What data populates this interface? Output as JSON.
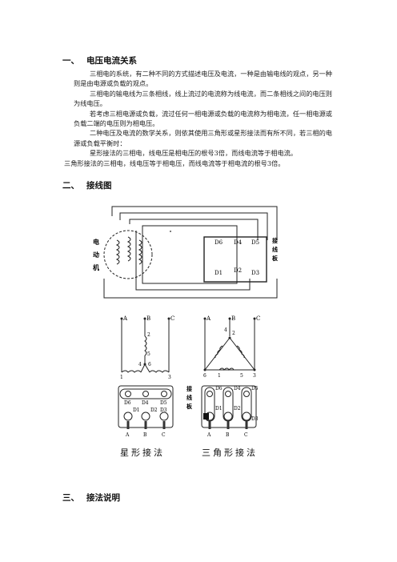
{
  "section1": {
    "num": "一、",
    "title": "电压电流关系",
    "paras": [
      "三相电的系统，有二种不同的方式描述电压及电流，一种是由输电线的观点，另一种则是由电源或负载的观点。",
      "三相电的输电线为三条相线，线上流过的电流称为线电流，而二条相线之间的电压则为线电压。",
      "若考虑三相电源或负载，流过任何一相电源或负载的电流称为相电流，任一相电源或负载二端的电压则为相电压。",
      "二种电压及电流的数学关系，则依其使用三角形或星形接法而有所不同，若三相的电源或负载平衡时：",
      "星形接法的三相电，线电压是相电压的根号3倍，而线电流等于相电流。",
      "三角形接法的三相电，线电压等于相电压，而线电流等于相电流的根号3倍。"
    ]
  },
  "section2": {
    "num": "二、",
    "title": "接线图"
  },
  "section3": {
    "num": "三、",
    "title": "接法说明"
  },
  "diagram_top": {
    "motor_label": [
      "电",
      "动",
      "机"
    ],
    "board_label": [
      "接",
      "线",
      "板"
    ],
    "terminals_top": [
      "D6",
      "D4",
      "D5"
    ],
    "terminals_bottom": [
      "D1",
      "D2",
      "D3"
    ]
  },
  "diagram_bottom": {
    "star_phases": [
      "A",
      "B",
      "C"
    ],
    "delta_phases": [
      "A",
      "B",
      "C"
    ],
    "star_nodes": [
      "2",
      "5",
      "4",
      "6",
      "1",
      "3"
    ],
    "delta_nodes": [
      "4",
      "2",
      "6",
      "1",
      "5",
      "3"
    ],
    "board_label": [
      "接",
      "线",
      "板"
    ],
    "star_terms_top": [
      "D6",
      "D4",
      "D5"
    ],
    "star_terms_bottom": [
      "D1",
      "D2",
      "D3"
    ],
    "delta_terms_top": [
      "D6",
      "D4",
      "D5"
    ],
    "delta_terms_bottom": [
      "D1",
      "D2",
      "D3"
    ],
    "bottom_abc": [
      "A",
      "B",
      "C"
    ],
    "star_caption": "星形接法",
    "delta_caption": "三角形接法"
  }
}
